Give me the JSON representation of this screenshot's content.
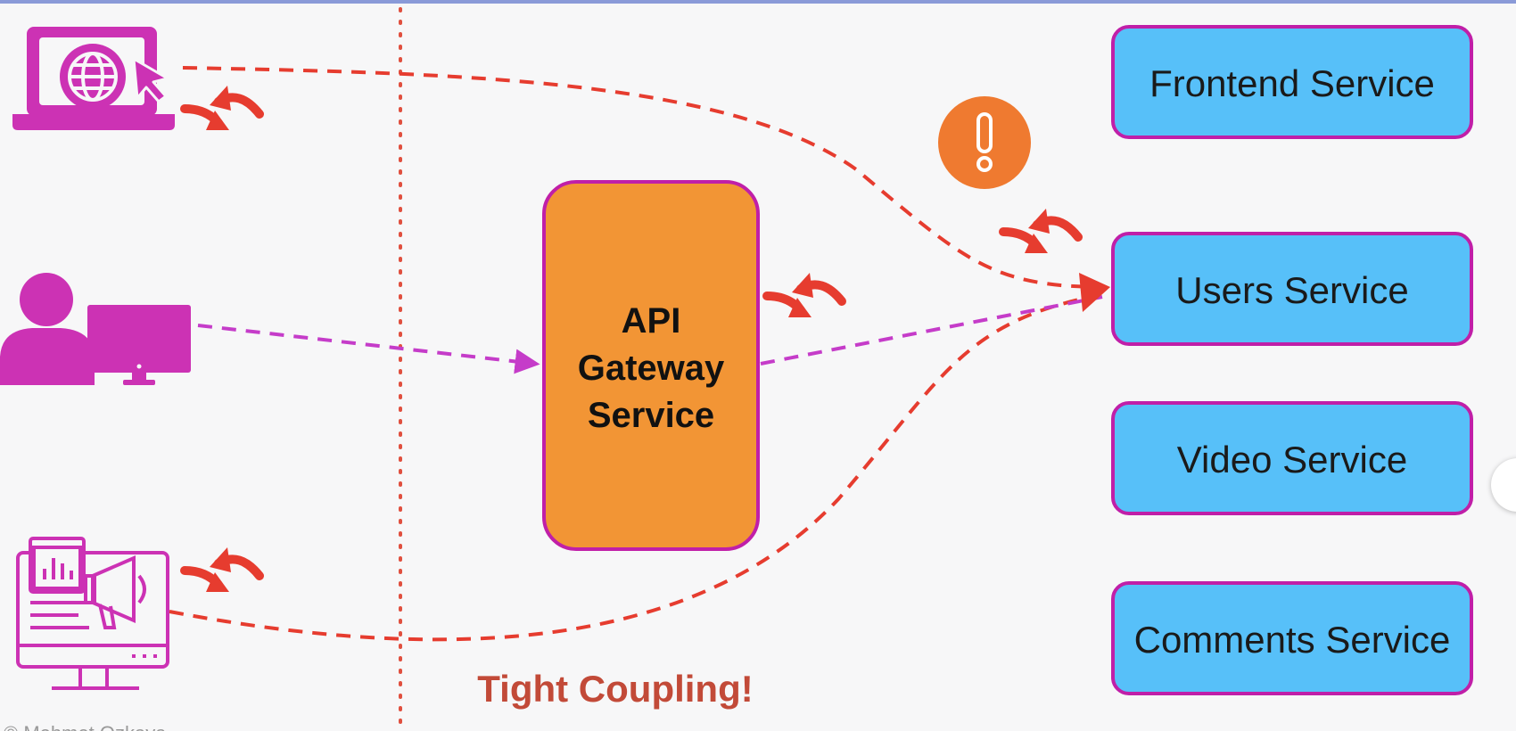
{
  "services": [
    {
      "id": "frontend",
      "label": "Frontend Service"
    },
    {
      "id": "users",
      "label": "Users Service"
    },
    {
      "id": "video",
      "label": "Video Service"
    },
    {
      "id": "comments",
      "label": "Comments Service"
    }
  ],
  "gateway": {
    "lines": [
      "API",
      "Gateway",
      "Service"
    ]
  },
  "footer": {
    "label": "Tight Coupling!"
  },
  "watermark": {
    "text": "© Mehmet Ozkaya"
  },
  "colors": {
    "service_fill": "#57c0f9",
    "service_border": "#c01fa8",
    "gateway_fill": "#f29535",
    "gateway_border": "#c01fa8",
    "client_icon": "#cc32b4",
    "coupling_line": "#e63c2f",
    "gateway_line": "#c53cc9",
    "warning": "#ef7a30",
    "divider": "#e0503f",
    "background": "#f7f7f8"
  },
  "icons": {
    "web_client": "laptop-globe-cursor-icon",
    "user_client": "user-monitor-icon",
    "marketing_client": "monitor-megaphone-icon",
    "sync": "sync-arrows-icon",
    "warning": "exclamation-warning-icon"
  }
}
